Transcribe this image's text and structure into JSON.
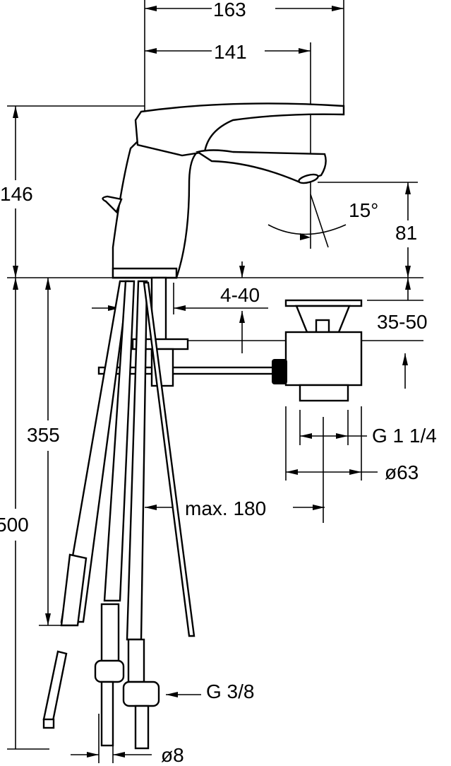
{
  "title": "Faucet dimension drawing",
  "dimensions": {
    "width_total": "163",
    "spout_reach": "141",
    "height_total": "146",
    "spout_angle": "15°",
    "spout_height": "81",
    "deck_thickness": "4-40",
    "drain_range": "35-50",
    "hose_length_short": "355",
    "hose_length_long": "500",
    "drain_thread": "G 1 1/4",
    "drain_diameter": "ø63",
    "max_distance": "max. 180",
    "hose_thread": "G 3/8",
    "hose_diameter": "ø8"
  },
  "colors": {
    "line": "#000000",
    "background": "#ffffff"
  }
}
